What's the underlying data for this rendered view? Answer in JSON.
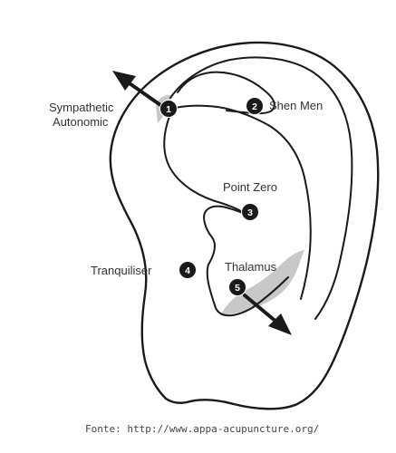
{
  "diagram": {
    "points": [
      {
        "number": "1",
        "label_lines": [
          "Sympathetic",
          "Autonomic"
        ]
      },
      {
        "number": "2",
        "label_lines": [
          "Shen Men"
        ]
      },
      {
        "number": "3",
        "label_lines": [
          "Point Zero"
        ]
      },
      {
        "number": "4",
        "label_lines": [
          "Tranquiliser"
        ]
      },
      {
        "number": "5",
        "label_lines": [
          "Thalamus"
        ]
      }
    ],
    "source": "Fonte: http://www.appa-acupuncture.org/",
    "colors": {
      "line": "#1a1a1a",
      "marker": "#1a1a1a",
      "shading": "#c8c8c8",
      "text": "#333333"
    },
    "icons": [
      "arrow-up-left-icon",
      "arrow-down-right-icon"
    ]
  }
}
